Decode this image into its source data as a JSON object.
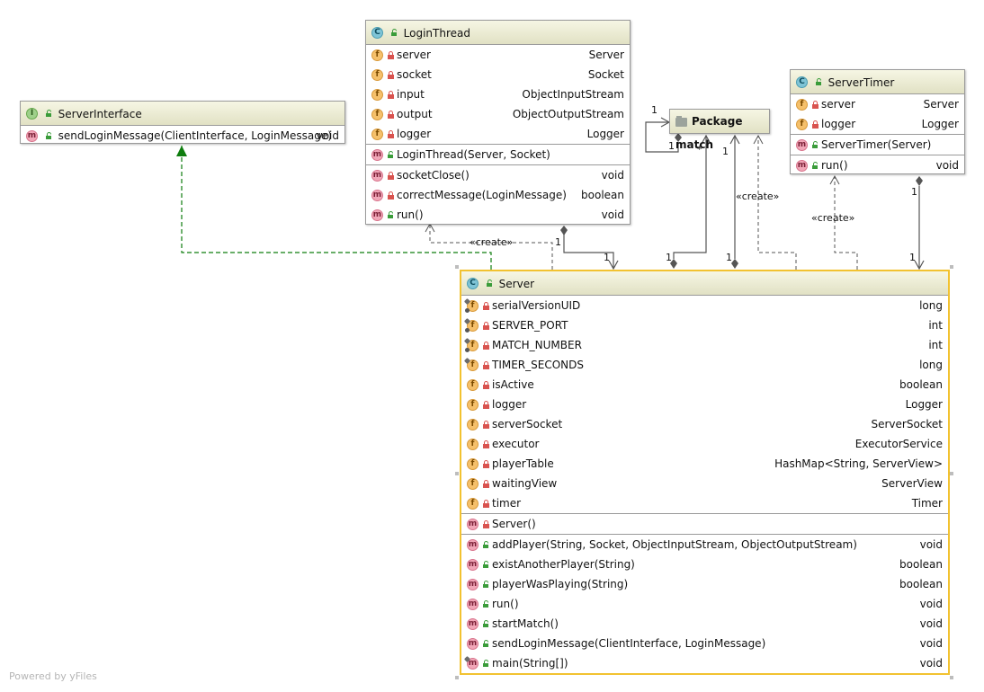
{
  "classes": {
    "server_interface": {
      "kind": "I",
      "name": "ServerInterface",
      "methods": [
        {
          "kind": "m",
          "name": "sendLoginMessage(ClientInterface, LoginMessage)",
          "type": "void"
        }
      ]
    },
    "login_thread": {
      "kind": "C",
      "name": "LoginThread",
      "fields": [
        {
          "kind": "f",
          "name": "server",
          "type": "Server"
        },
        {
          "kind": "f",
          "name": "socket",
          "type": "Socket"
        },
        {
          "kind": "f",
          "name": "input",
          "type": "ObjectInputStream"
        },
        {
          "kind": "f",
          "name": "output",
          "type": "ObjectOutputStream"
        },
        {
          "kind": "f",
          "name": "logger",
          "type": "Logger"
        }
      ],
      "constructors": [
        {
          "kind": "m",
          "name": "LoginThread(Server, Socket)",
          "type": ""
        }
      ],
      "methods": [
        {
          "kind": "m",
          "name": "socketClose()",
          "type": "void"
        },
        {
          "kind": "m",
          "name": "correctMessage(LoginMessage)",
          "type": "boolean"
        },
        {
          "kind": "m",
          "name": "run()",
          "type": "void"
        }
      ]
    },
    "server_timer": {
      "kind": "C",
      "name": "ServerTimer",
      "fields": [
        {
          "kind": "f",
          "name": "server",
          "type": "Server"
        },
        {
          "kind": "f",
          "name": "logger",
          "type": "Logger"
        }
      ],
      "constructors": [
        {
          "kind": "m",
          "name": "ServerTimer(Server)",
          "type": ""
        }
      ],
      "methods": [
        {
          "kind": "m",
          "name": "run()",
          "type": "void"
        }
      ]
    },
    "server": {
      "kind": "C",
      "name": "Server",
      "fields": [
        {
          "kind": "f",
          "name": "serialVersionUID",
          "type": "long"
        },
        {
          "kind": "f",
          "name": "SERVER_PORT",
          "type": "int"
        },
        {
          "kind": "f",
          "name": "MATCH_NUMBER",
          "type": "int"
        },
        {
          "kind": "f",
          "name": "TIMER_SECONDS",
          "type": "long"
        },
        {
          "kind": "f",
          "name": "isActive",
          "type": "boolean"
        },
        {
          "kind": "f",
          "name": "logger",
          "type": "Logger"
        },
        {
          "kind": "f",
          "name": "serverSocket",
          "type": "ServerSocket"
        },
        {
          "kind": "f",
          "name": "executor",
          "type": "ExecutorService"
        },
        {
          "kind": "f",
          "name": "playerTable",
          "type": "HashMap<String, ServerView>"
        },
        {
          "kind": "f",
          "name": "waitingView",
          "type": "ServerView"
        },
        {
          "kind": "f",
          "name": "timer",
          "type": "Timer"
        }
      ],
      "constructors": [
        {
          "kind": "m",
          "name": "Server()",
          "type": ""
        }
      ],
      "methods": [
        {
          "kind": "m",
          "name": "addPlayer(String, Socket, ObjectInputStream, ObjectOutputStream)",
          "type": "void"
        },
        {
          "kind": "m",
          "name": "existAnotherPlayer(String)",
          "type": "boolean"
        },
        {
          "kind": "m",
          "name": "playerWasPlaying(String)",
          "type": "boolean"
        },
        {
          "kind": "m",
          "name": "run()",
          "type": "void"
        },
        {
          "kind": "m",
          "name": "startMatch()",
          "type": "void"
        },
        {
          "kind": "m",
          "name": "sendLoginMessage(ClientInterface, LoginMessage)",
          "type": "void"
        },
        {
          "kind": "m",
          "name": "main(String[])",
          "type": "void"
        }
      ]
    }
  },
  "package": {
    "name": "Package match"
  },
  "edge_labels": {
    "create_login": "«create»",
    "create_match": "«create»",
    "create_timer": "«create»",
    "self_mult_top": "1",
    "self_mult_bottom": "1",
    "server_match_star": "*",
    "server_match_1a": "1",
    "server_match_1b": "1",
    "server_match_1c": "1",
    "login_server_1a": "1",
    "login_server_1b": "1",
    "timer_server_1a": "1",
    "timer_server_1b": "1"
  },
  "footer": "Powered by yFiles",
  "colors": {
    "header_gradient_top": "#f6f6e4",
    "header_gradient_bottom": "#e1e1c4",
    "selection": "#f2c230",
    "implements_arrow": "#0e7d0e",
    "edge": "#555555"
  }
}
